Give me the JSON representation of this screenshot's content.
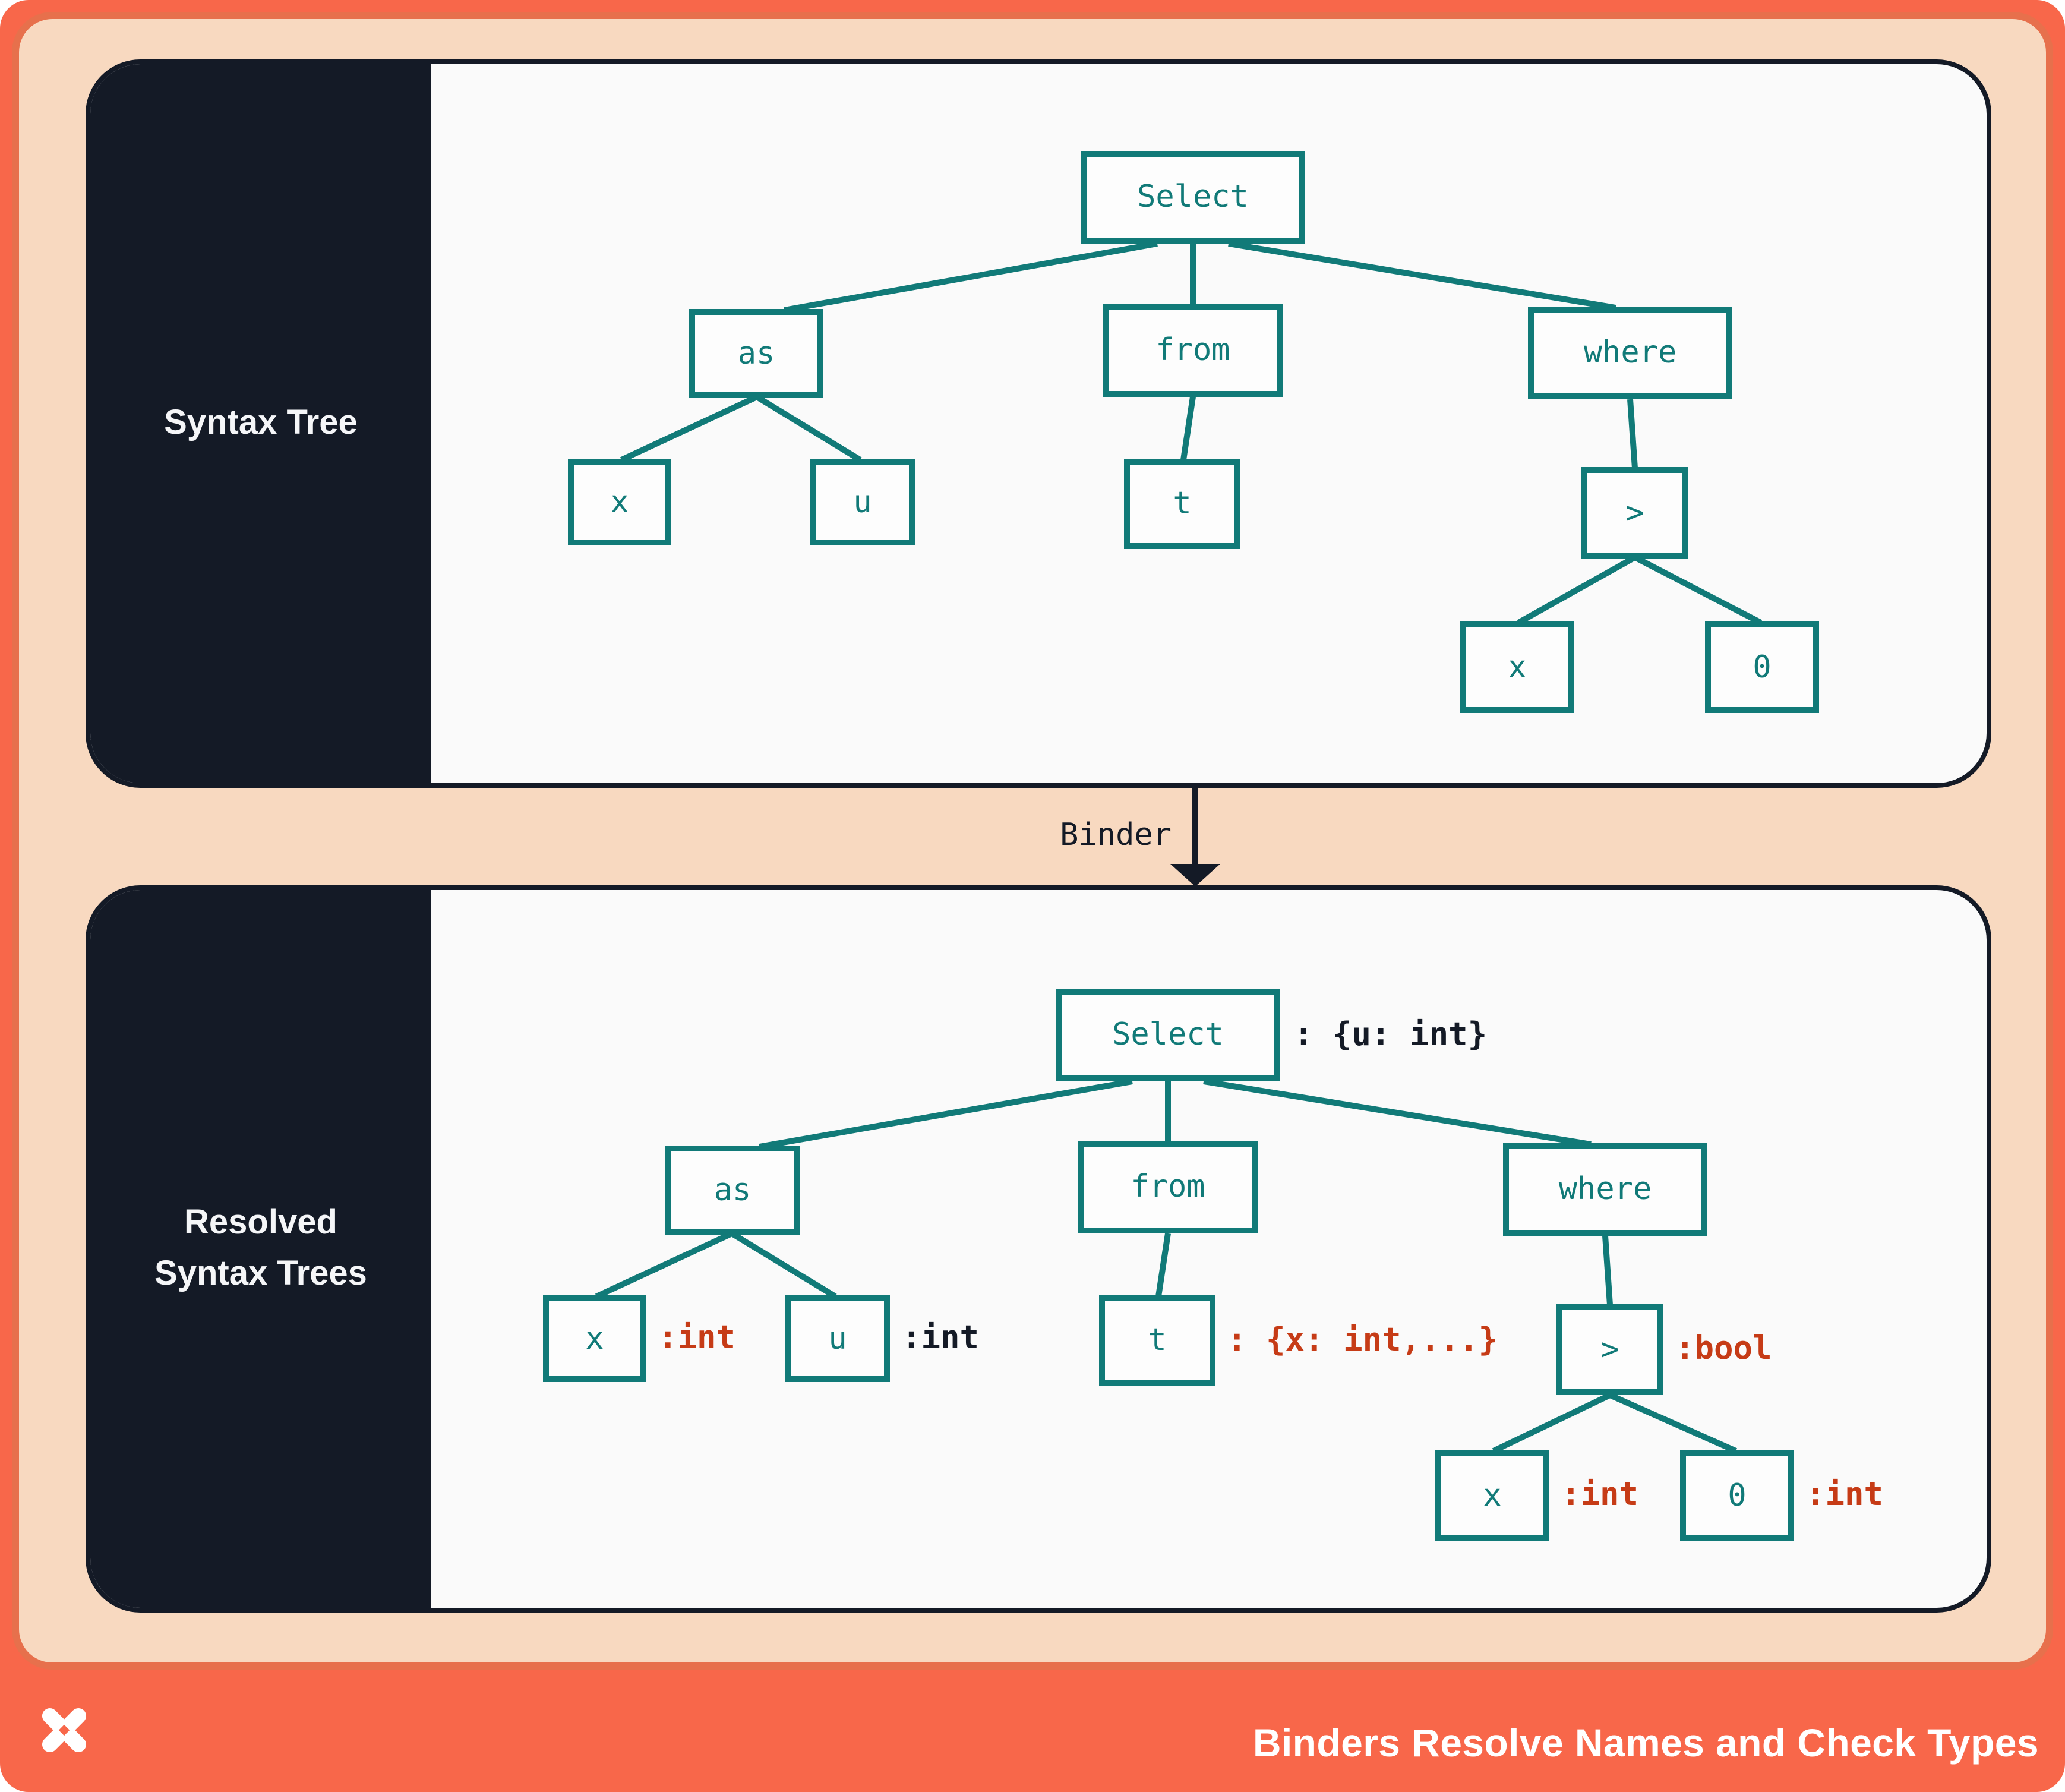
{
  "colors": {
    "accent_orange": "#F8674A",
    "peach_background": "#F8D9C0",
    "peach_border_orange": "#E7704C",
    "dark_navy": "#141A26",
    "panel_background": "#FAFAFA",
    "tree_teal": "#117A78",
    "type_annotation_red": "#C63B16",
    "text_white": "#FFFFFF"
  },
  "panels": {
    "top": {
      "sidebar_label": "Syntax Tree"
    },
    "bottom": {
      "sidebar_label_line1": "Resolved",
      "sidebar_label_line2": "Syntax Trees"
    }
  },
  "transform_arrow": {
    "label": "Binder"
  },
  "footer": {
    "title": "Binders Resolve Names and Check Types",
    "logo": "pinwheel-x-logo"
  },
  "trees": {
    "syntax": {
      "nodes": [
        {
          "id": "select",
          "label": "Select"
        },
        {
          "id": "as",
          "label": "as"
        },
        {
          "id": "from",
          "label": "from"
        },
        {
          "id": "where",
          "label": "where"
        },
        {
          "id": "x-left",
          "label": "x"
        },
        {
          "id": "u",
          "label": "u"
        },
        {
          "id": "t",
          "label": "t"
        },
        {
          "id": "gt",
          "label": ">"
        },
        {
          "id": "x-right",
          "label": "x"
        },
        {
          "id": "zero",
          "label": "0"
        }
      ]
    },
    "resolved": {
      "nodes": [
        {
          "id": "select",
          "label": "Select",
          "type_annotation": ": {u: int}",
          "annotation_color": "dark"
        },
        {
          "id": "as",
          "label": "as"
        },
        {
          "id": "from",
          "label": "from"
        },
        {
          "id": "where",
          "label": "where"
        },
        {
          "id": "x-left",
          "label": "x",
          "type_annotation": ":int",
          "annotation_color": "red"
        },
        {
          "id": "u",
          "label": "u",
          "type_annotation": ":int",
          "annotation_color": "dark"
        },
        {
          "id": "t",
          "label": "t",
          "type_annotation": ": {x: int,...}",
          "annotation_color": "red"
        },
        {
          "id": "gt",
          "label": ">",
          "type_annotation": ":bool",
          "annotation_color": "red"
        },
        {
          "id": "x-right",
          "label": "x",
          "type_annotation": ":int",
          "annotation_color": "red"
        },
        {
          "id": "zero",
          "label": "0",
          "type_annotation": ":int",
          "annotation_color": "red"
        }
      ]
    }
  }
}
